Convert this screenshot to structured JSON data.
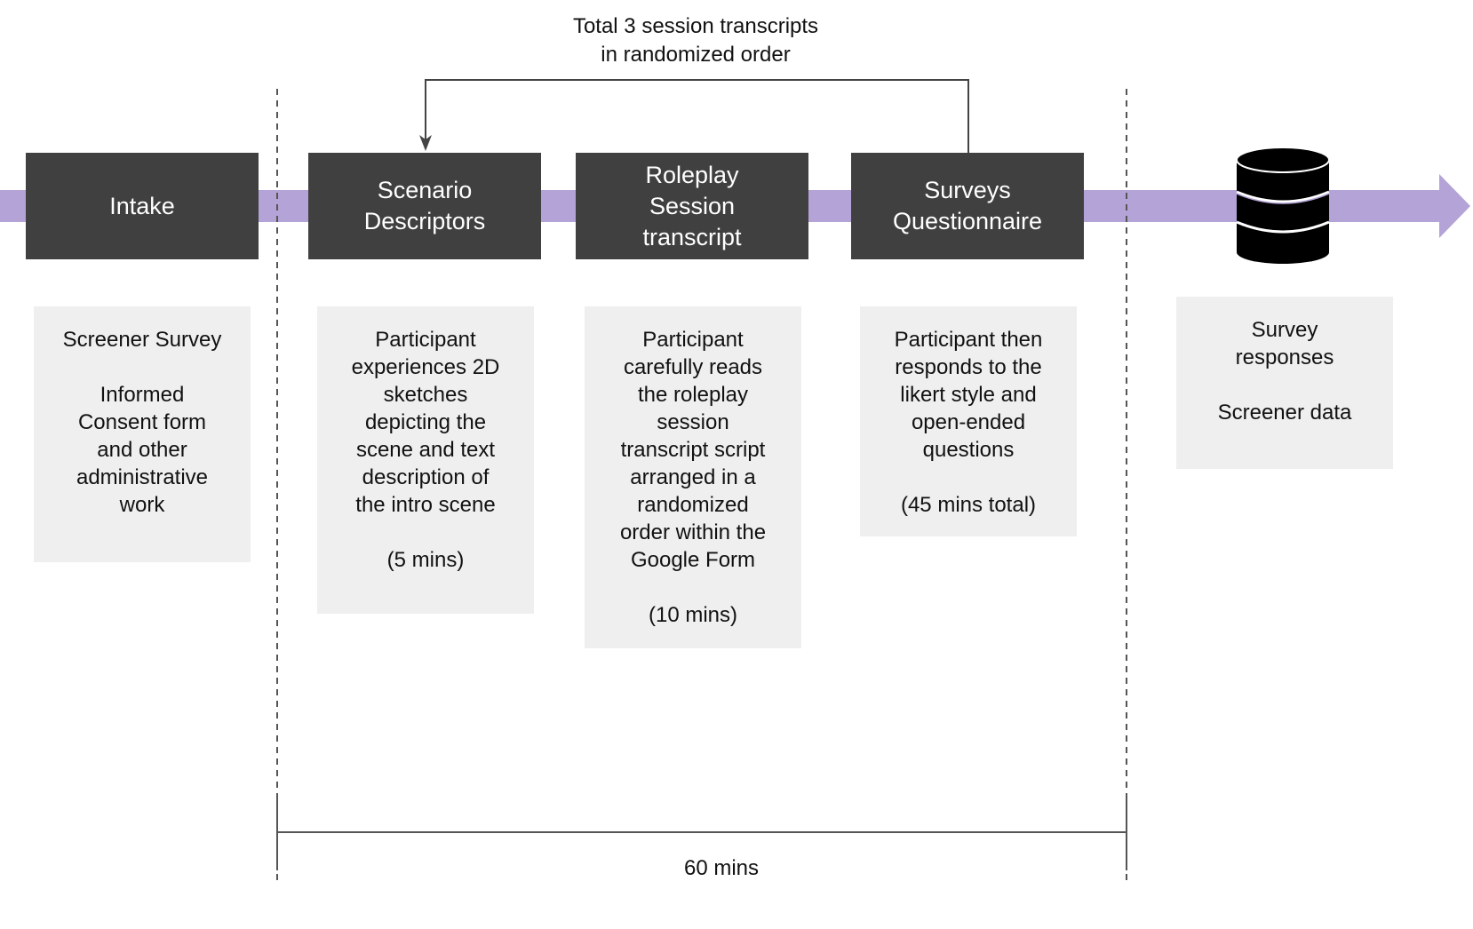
{
  "stages": [
    {
      "id": "intake",
      "label": "Intake"
    },
    {
      "id": "scenario",
      "label": "Scenario\nDescriptors"
    },
    {
      "id": "roleplay",
      "label": "Roleplay\nSession\ntranscript"
    },
    {
      "id": "surveys",
      "label": "Surveys\nQuestionnaire"
    }
  ],
  "notes": [
    {
      "id": "intake",
      "text": "Screener Survey\n\nInformed\nConsent form\nand other\nadministrative\nwork"
    },
    {
      "id": "scenario",
      "text": "Participant\nexperiences 2D\nsketches\ndepicting the\nscene and text\ndescription of\nthe intro scene\n\n(5 mins)"
    },
    {
      "id": "roleplay",
      "text": "Participant\ncarefully reads\nthe roleplay\nsession\ntranscript script\narranged in a\nrandomized\norder within the\nGoogle Form\n\n(10 mins)"
    },
    {
      "id": "surveys",
      "text": "Participant then\nresponds to the\nlikert style and\nopen-ended\nquestions\n\n(45 mins total)"
    },
    {
      "id": "output",
      "text": "Survey\nresponses\n\nScreener data"
    }
  ],
  "loop_label": "Total 3 session transcripts\nin randomized order",
  "duration_label": "60 mins",
  "icons": {
    "output": "database-icon"
  },
  "colors": {
    "timeline": "#b3a3d6",
    "stage_box": "#404040",
    "note_box": "#efefef",
    "database": "#000000"
  }
}
